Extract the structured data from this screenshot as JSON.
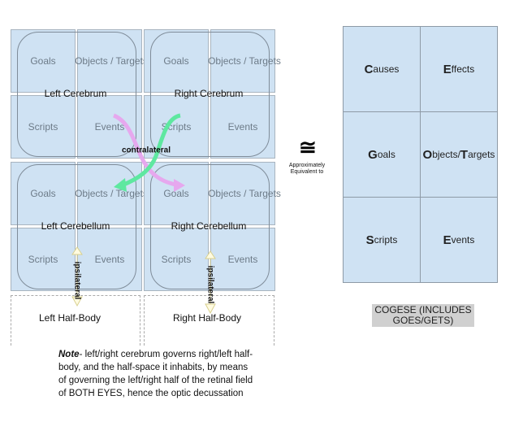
{
  "quadrants": [
    {
      "title": "Left Cerebrum",
      "cells": [
        "Goals",
        "Objects / Targets",
        "Scripts",
        "Events"
      ]
    },
    {
      "title": "Right Cerebrum",
      "cells": [
        "Goals",
        "Objects / Targets",
        "Scripts",
        "Events"
      ]
    },
    {
      "title": "Left Cerebellum",
      "cells": [
        "Goals",
        "Objects / Targets",
        "Scripts",
        "Events"
      ]
    },
    {
      "title": "Right Cerebellum",
      "cells": [
        "Goals",
        "Objects / Targets",
        "Scripts",
        "Events"
      ]
    }
  ],
  "bodies": [
    "Left Half-Body",
    "Right Half-Body"
  ],
  "arrows": {
    "contralateral": "contralateral",
    "ipsilateral": "ipsilateral",
    "green": "#5ee8a0",
    "pink": "#e6a8ee",
    "ipsi": "#e8e0a0"
  },
  "equivalence": {
    "symbol": "≅",
    "caption_line1": "Approximately",
    "caption_line2": "Equivalent to"
  },
  "table": {
    "cells": [
      {
        "initial": "C",
        "rest": "auses"
      },
      {
        "initial": "E",
        "rest": "ffects"
      },
      {
        "initial": "G",
        "rest": "oals"
      },
      {
        "initial": "O",
        "rest": "bjects/",
        "initial2": "T",
        "rest2": "argets"
      },
      {
        "initial": "S",
        "rest": "cripts"
      },
      {
        "initial": "E",
        "rest": "vents"
      }
    ]
  },
  "cogese": {
    "line1": "COGESE (INCLUDES",
    "line2": "GOES/GETS)"
  },
  "note": {
    "bold": "Note",
    "text": "- left/right cerebrum governs right/left half-body, and the half-space it inhabits, by means of governing the left/right half of the retinal field of BOTH EYES, hence the optic decussation"
  }
}
